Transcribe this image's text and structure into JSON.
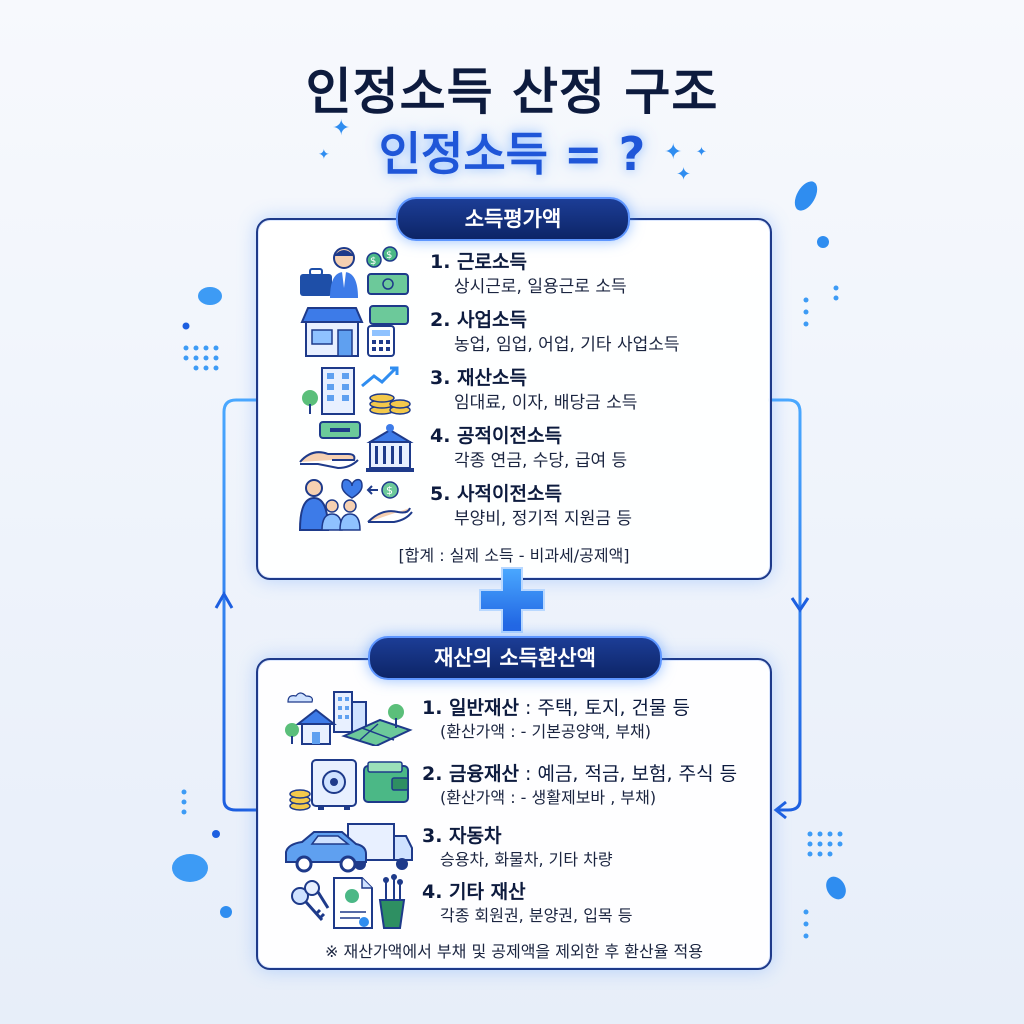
{
  "title": "인정소득 산정 구조",
  "subtitle": "인정소득 = ?",
  "income_section": {
    "label": "소득평가액",
    "items": [
      {
        "title": "1. 근로소득",
        "desc": "상시근로, 일용근로 소득",
        "icon": "worker-briefcase-money-icon"
      },
      {
        "title": "2. 사업소득",
        "desc": "농업, 임업, 어업, 기타 사업소득",
        "icon": "store-calculator-icon"
      },
      {
        "title": "3. 재산소득",
        "desc": "임대료, 이자, 배당금 소득",
        "icon": "building-coins-growth-icon"
      },
      {
        "title": "4. 공적이전소득",
        "desc": "각종 연금, 수당, 급여 등",
        "icon": "hand-money-government-icon"
      },
      {
        "title": "5. 사적이전소득",
        "desc": "부양비, 정기적 지원금 등",
        "icon": "family-heart-support-icon"
      }
    ],
    "note": "[합계 : 실제 소득 - 비과세/공제액]"
  },
  "plus_symbol": "plus-icon",
  "property_section": {
    "label": "재산의 소득환산액",
    "items": [
      {
        "title": "1. 일반재산",
        "detail": " : 주택, 토지, 건물 등",
        "note": "(환산가액 : - 기본공양액, 부채)",
        "icon": "house-buildings-land-icon"
      },
      {
        "title": "2. 금융재산",
        "detail": " : 예금, 적금, 보험, 주식 등",
        "note": "(환산가액 : - 생활제보바 , 부채)",
        "icon": "safe-wallet-coins-icon"
      },
      {
        "title": "3. 자동차",
        "detail": "",
        "note": "승용차, 화물차, 기타 차량",
        "icon": "car-truck-icon"
      },
      {
        "title": "4. 기타 재산",
        "detail": "",
        "note": "각종 회원권, 분양권, 입목 등",
        "icon": "keys-certificate-golf-icon"
      }
    ],
    "note": "※ 재산가액에서 부채 및 공제액을 제외한 후 환산율 적용"
  },
  "colors": {
    "navy": "#0d1b3e",
    "accent": "#1f56d8",
    "flow": "#2f8df0",
    "pill": "#0d2567"
  }
}
